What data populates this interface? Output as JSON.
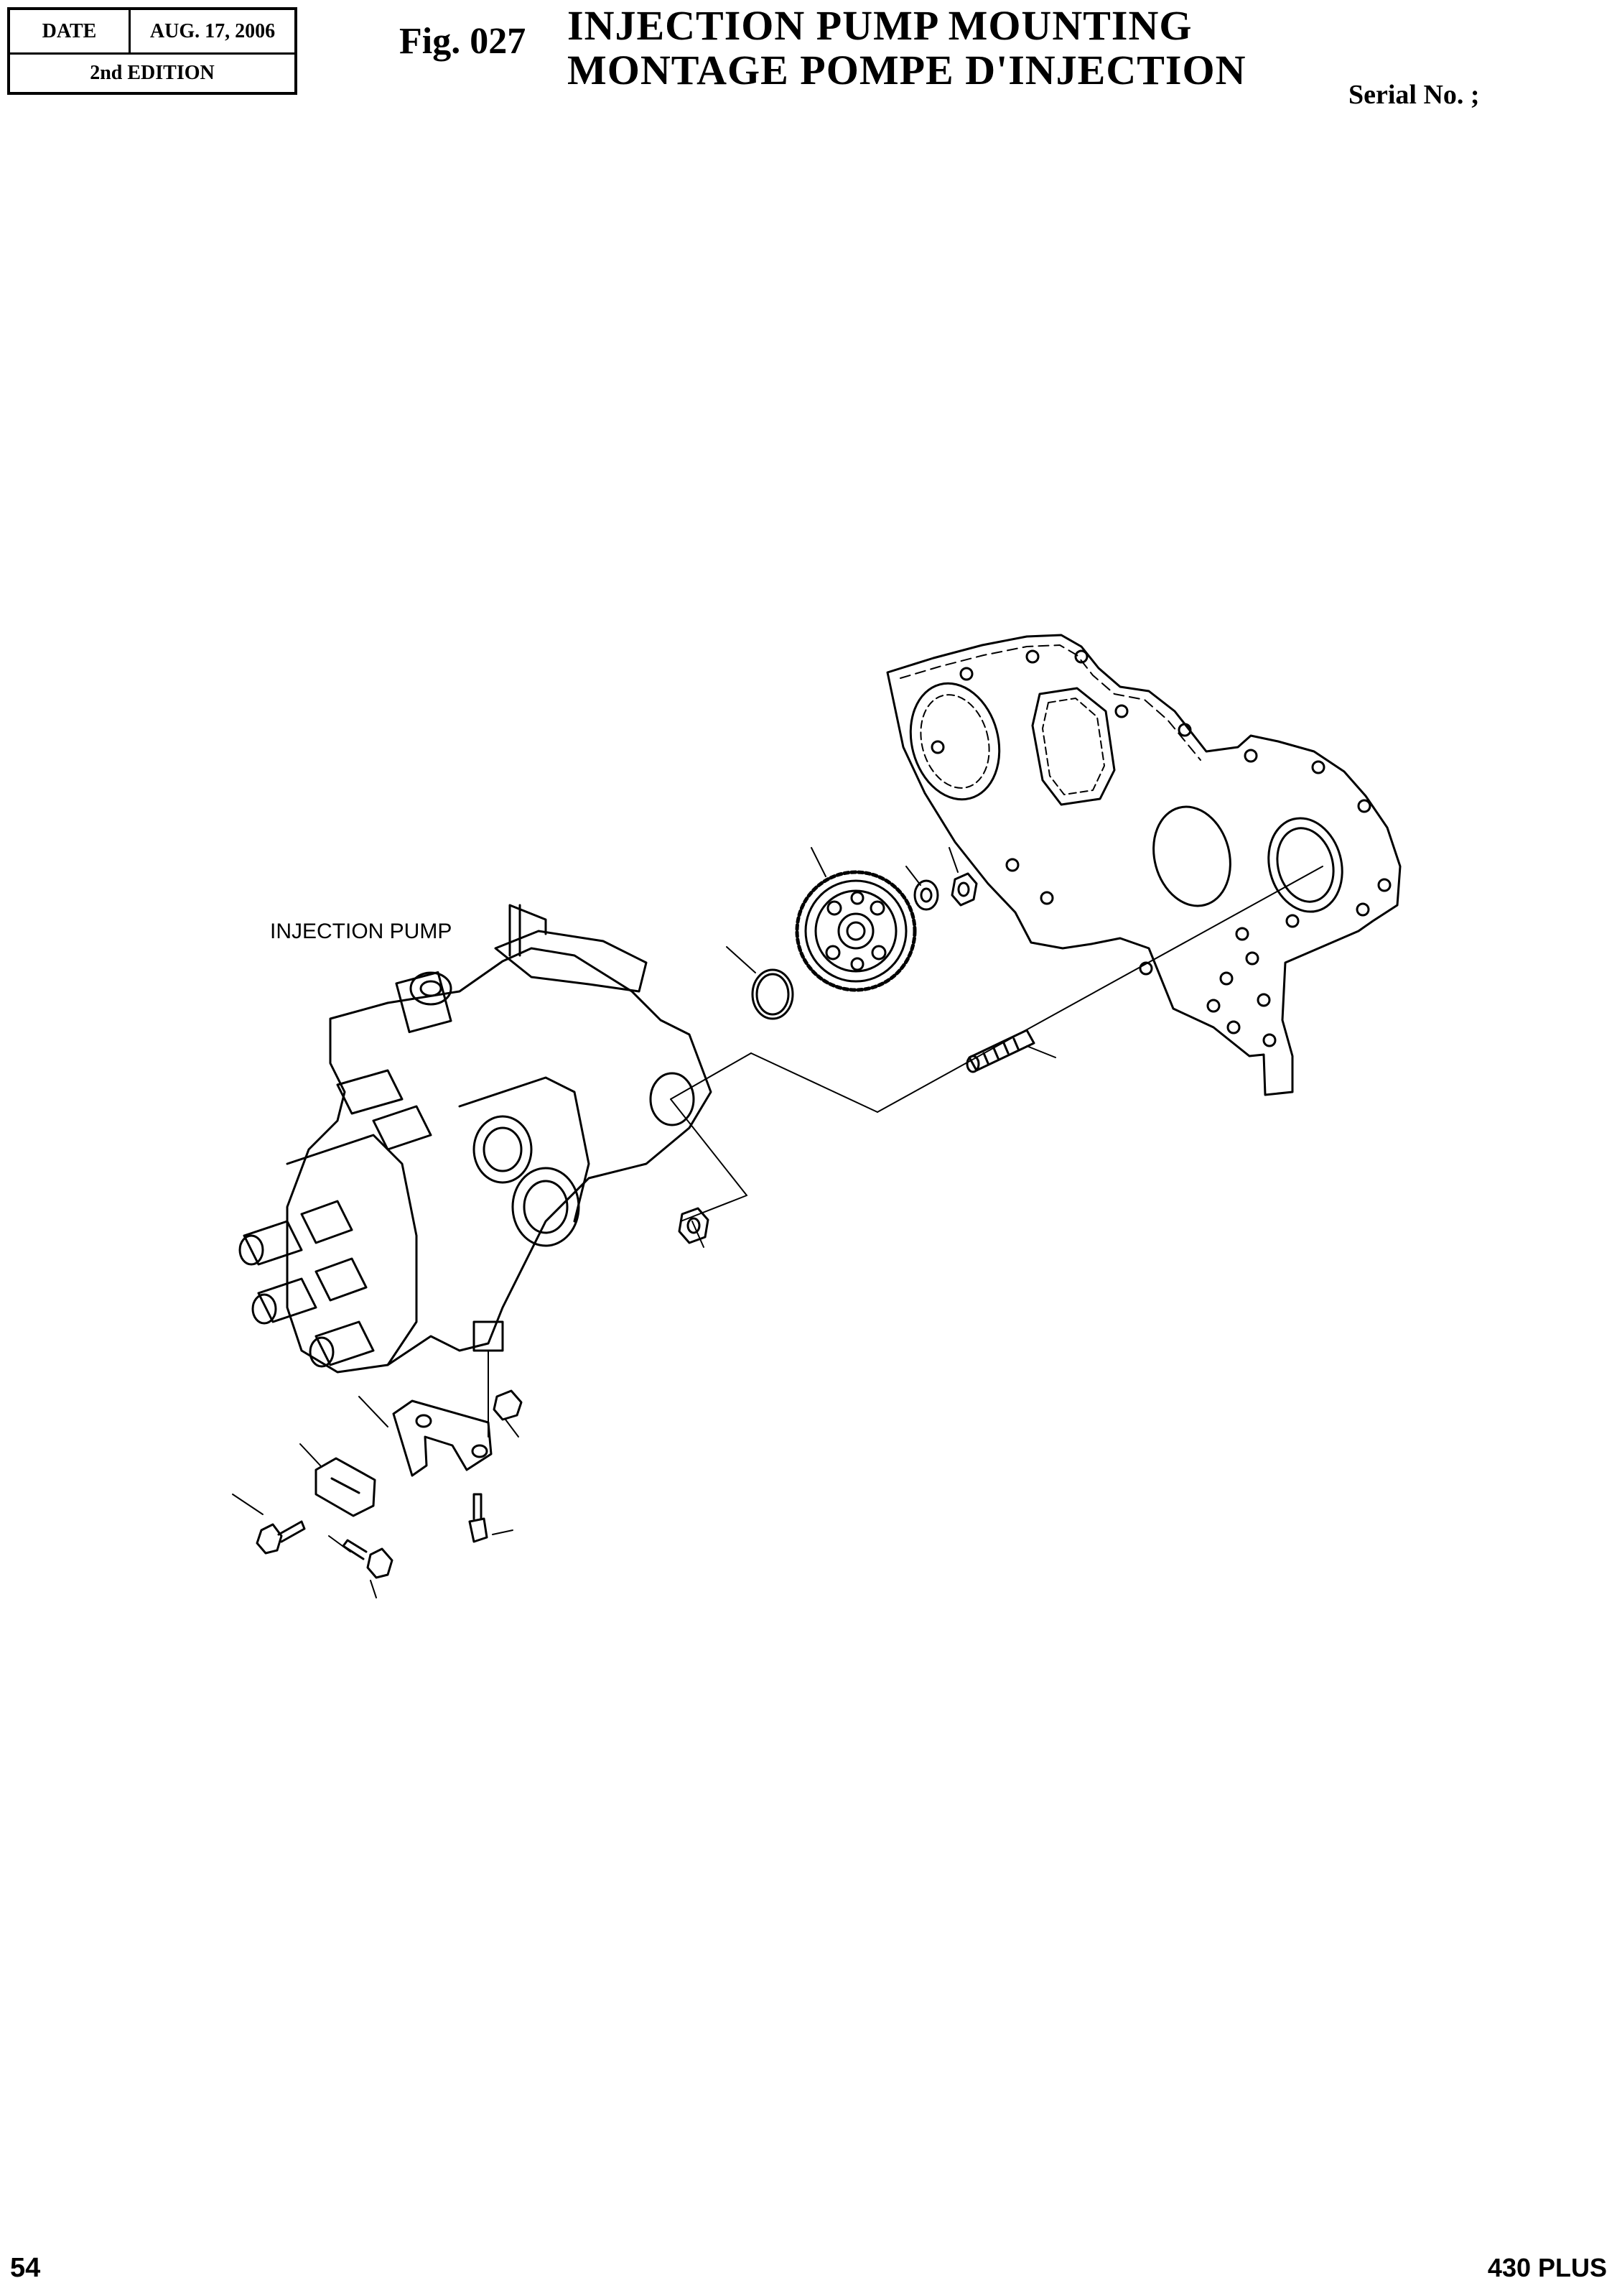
{
  "header": {
    "date_label": "DATE",
    "date_value": "AUG. 17, 2006",
    "edition": "2nd EDITION"
  },
  "figure": {
    "number": "Fig. 027",
    "title_en": "INJECTION PUMP MOUNTING",
    "title_fr": "MONTAGE POMPE D'INJECTION",
    "serial": "Serial No. ;"
  },
  "diagram": {
    "labels": {
      "injection_pump": "INJECTION PUMP"
    }
  },
  "footer": {
    "page_number": "54",
    "model": "430 PLUS"
  }
}
